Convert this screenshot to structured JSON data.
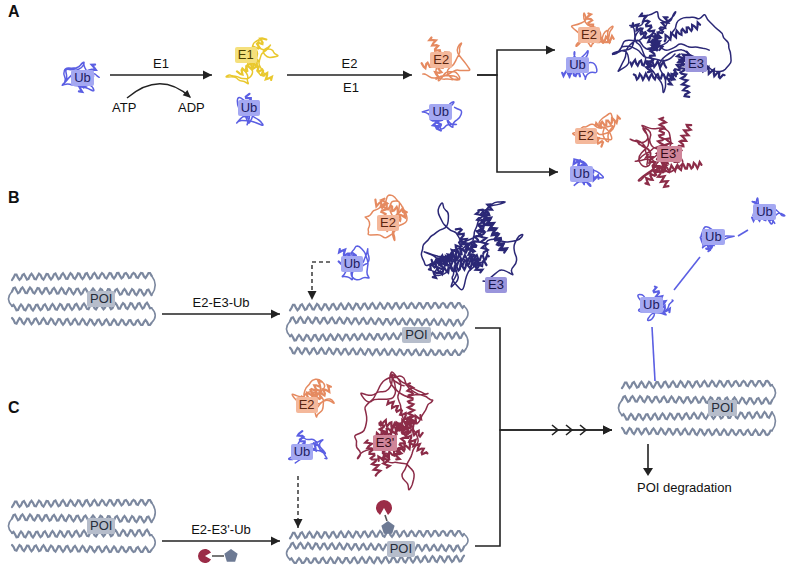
{
  "diagram": {
    "nodes": [
      {
        "text": [
          "Ub"
        ]
      },
      {
        "text": [
          "E1"
        ]
      },
      {
        "text": [
          "Ub"
        ]
      },
      {
        "text": [
          "E2"
        ]
      },
      {
        "text": [
          "Ub"
        ]
      },
      {
        "text": [
          "E2"
        ]
      },
      {
        "text": [
          "Ub"
        ]
      },
      {
        "text": [
          "E3"
        ]
      },
      {
        "text": [
          "E2"
        ]
      },
      {
        "text": [
          "Ub"
        ]
      },
      {
        "text": [
          "E3'"
        ]
      },
      {
        "text": [
          "POI"
        ]
      },
      {
        "text": [
          "E2"
        ]
      },
      {
        "text": [
          "Ub"
        ]
      },
      {
        "text": [
          "E3"
        ]
      },
      {
        "text": [
          "POI"
        ]
      },
      {
        "text": [
          "POI"
        ]
      },
      {
        "text": [
          "E2"
        ]
      },
      {
        "text": [
          "Ub"
        ]
      },
      {
        "text": [
          "E3'"
        ]
      },
      {
        "text": [
          "POI"
        ]
      },
      {
        "text": [
          "Ub"
        ]
      },
      {
        "text": [
          "Ub"
        ]
      },
      {
        "text": [
          "Ub"
        ]
      },
      {
        "text": [
          "POI"
        ]
      }
    ],
    "edges": [
      {
        "from": 0,
        "to": 1,
        "label": "E1",
        "arrow": "to"
      },
      {
        "from": 1,
        "to": 3,
        "label": "E2",
        "arrow": "to"
      },
      {
        "from": 3,
        "to": 6,
        "arrow": "to"
      },
      {
        "from": 3,
        "to": 9,
        "arrow": "to"
      },
      {
        "from": 11,
        "to": 15,
        "label": "E2-E3-Ub",
        "arrow": "to"
      },
      {
        "from": 13,
        "to": 15,
        "arrow": "to"
      },
      {
        "from": 16,
        "to": 20,
        "label": "E2-E3'-Ub",
        "arrow": "to"
      },
      {
        "from": 18,
        "to": 20,
        "arrow": "to"
      },
      {
        "from": 15,
        "to": 24,
        "arrow": "to"
      },
      {
        "from": 20,
        "to": 24,
        "arrow": "to"
      }
    ],
    "labels": [
      "A",
      "ATP",
      "ADP",
      "E1",
      "B",
      "C",
      "POI degradation"
    ]
  }
}
